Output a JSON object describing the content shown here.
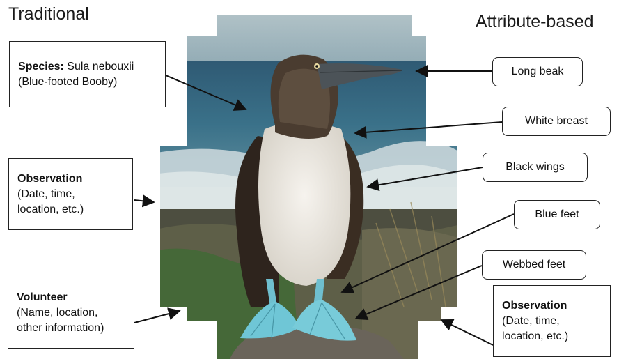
{
  "headings": {
    "traditional": "Traditional",
    "attribute_based": "Attribute-based"
  },
  "traditional_boxes": {
    "species": {
      "label": "Species:",
      "value": "Sula nebouxii",
      "common_name": "(Blue-footed Booby)"
    },
    "observation": {
      "label": "Observation",
      "line1": "(Date, time,",
      "line2": "location, etc.)"
    },
    "volunteer": {
      "label": "Volunteer",
      "line1": "(Name, location,",
      "line2": "other information)"
    }
  },
  "attribute_labels": {
    "long_beak": "Long beak",
    "white_breast": "White breast",
    "black_wings": "Black wings",
    "blue_feet": "Blue feet",
    "webbed_feet": "Webbed feet"
  },
  "observation_right": {
    "label": "Observation",
    "line1": "(Date, time,",
    "line2": "location, etc.)"
  },
  "colors": {
    "sky": "#a9bcc4",
    "sea": "#2f5f7a",
    "surf": "#c7d6db",
    "ground": "#5a5a48",
    "bird_brown": "#3a2e26",
    "breast": "#eeeae2",
    "feet": "#6fc6d6",
    "beak": "#4a5055"
  }
}
